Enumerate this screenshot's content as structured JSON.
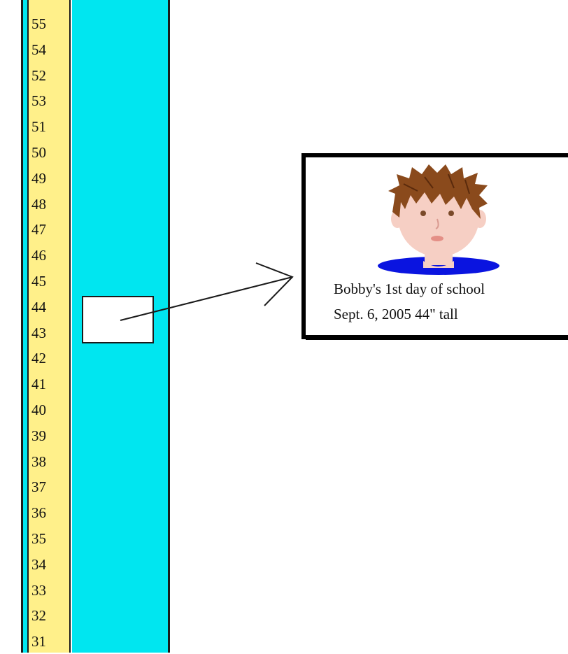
{
  "ruler": {
    "marks": [
      "55",
      "54",
      "52",
      "53",
      "51",
      "50",
      "49",
      "48",
      "47",
      "46",
      "45",
      "44",
      "43",
      "42",
      "41",
      "40",
      "39",
      "38",
      "37",
      "36",
      "35",
      "34",
      "33",
      "32",
      "31"
    ]
  },
  "card": {
    "caption_line1": "Bobby's 1st day of school",
    "caption_line2": "Sept. 6, 2005  44\" tall"
  },
  "colors": {
    "strip": "#00e6f0",
    "ruler": "#fff08a",
    "shirt": "#0a14e0",
    "hair": "#8a4a1c",
    "skin": "#f6cfc4"
  }
}
